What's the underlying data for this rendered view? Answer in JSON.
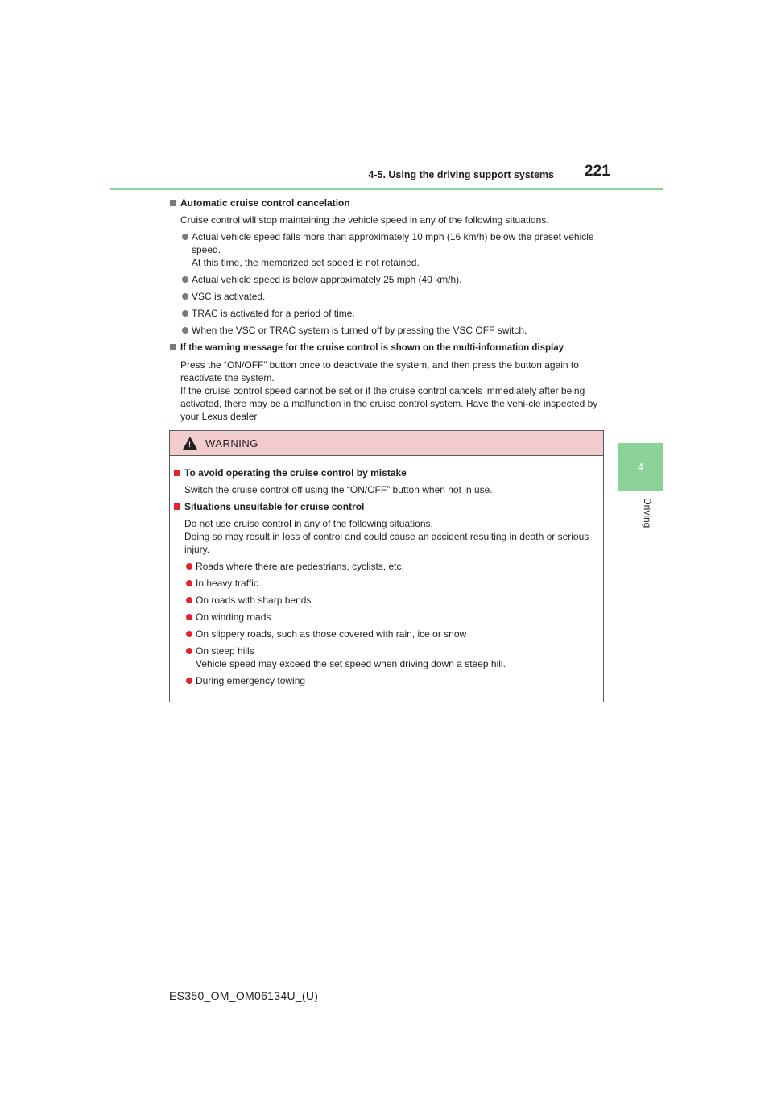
{
  "header": {
    "section_title": "4-5. Using the driving support systems",
    "page_number": "221"
  },
  "side_tab": {
    "number": "4",
    "label": "Driving"
  },
  "sections": [
    {
      "heading": "Automatic cruise control cancelation",
      "intro": "Cruise control will stop maintaining the vehicle speed in any of the following situations.",
      "bullets": [
        "Actual vehicle speed falls more than approximately 10 mph (16 km/h) below the preset vehicle speed.",
        "Actual vehicle speed is below approximately 25 mph (40 km/h).",
        "VSC is activated.",
        "TRAC is activated for a period of time.",
        "When the VSC or TRAC system is turned off by pressing the VSC OFF switch."
      ],
      "bullet_1_note": "At this time, the memorized set speed is not retained."
    },
    {
      "heading": "If the warning message for the cruise control is shown on the multi-information display",
      "para_1": "Press the “ON/OFF” button once to deactivate the system, and then press the button again to reactivate the system.",
      "para_2": "If the cruise control speed cannot be set or if the cruise control cancels immediately after being activated, there may be a malfunction in the cruise control system. Have the vehi-cle inspected by your Lexus dealer."
    }
  ],
  "warning": {
    "title": "WARNING",
    "items": [
      {
        "heading": "To avoid operating the cruise control by mistake",
        "text": "Switch the cruise control off using the “ON/OFF” button when not in use."
      },
      {
        "heading": "Situations unsuitable for cruise control",
        "text_1": "Do not use cruise control in any of the following situations.",
        "text_2": "Doing so may result in loss of control and could cause an accident resulting in death or serious injury.",
        "bullets": [
          "Roads where there are pedestrians, cyclists, etc.",
          "In heavy traffic",
          "On roads with sharp bends",
          "On winding roads",
          "On slippery roads, such as those covered with rain, ice or snow",
          "On steep hills",
          "During emergency towing"
        ],
        "steep_hills_note": "Vehicle speed may exceed the set speed when driving down a steep hill."
      }
    ]
  },
  "footer": {
    "doc_id": "ES350_OM_OM06134U_(U)"
  },
  "colors": {
    "accent_green": "#8cd399",
    "warning_bg": "#f2ccce",
    "warning_red": "#e5232e"
  }
}
